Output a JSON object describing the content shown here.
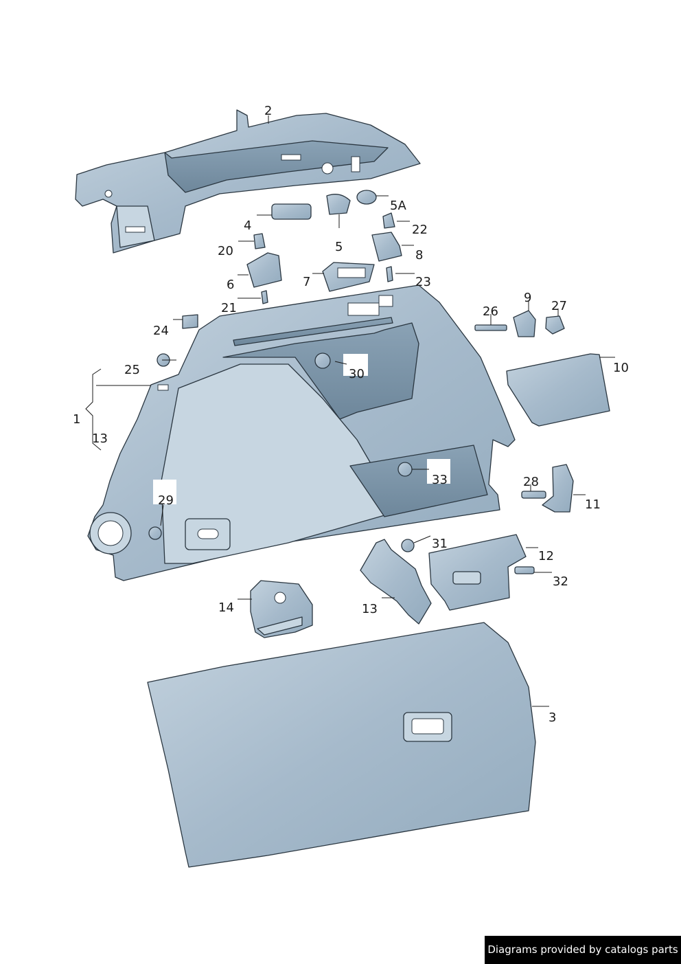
{
  "callouts": {
    "p1": "1",
    "p2": "2",
    "p3": "3",
    "p4": "4",
    "p5": "5",
    "p5a": "5A",
    "p6": "6",
    "p7": "7",
    "p8": "8",
    "p9": "9",
    "p10": "10",
    "p11": "11",
    "p12": "12",
    "p13a": "13",
    "p13b": "13",
    "p14": "14",
    "p20": "20",
    "p21": "21",
    "p22": "22",
    "p23": "23",
    "p24": "24",
    "p25": "25",
    "p26": "26",
    "p27": "27",
    "p28": "28",
    "p29": "29",
    "p30": "30",
    "p31": "31",
    "p32": "32",
    "p33": "33"
  },
  "credit": "Diagrams provided by catalogs parts",
  "colors": {
    "part_fill": "#a9bccb",
    "part_dark": "#7f97aa",
    "outline": "#2a3640",
    "background": "#ffffff"
  }
}
